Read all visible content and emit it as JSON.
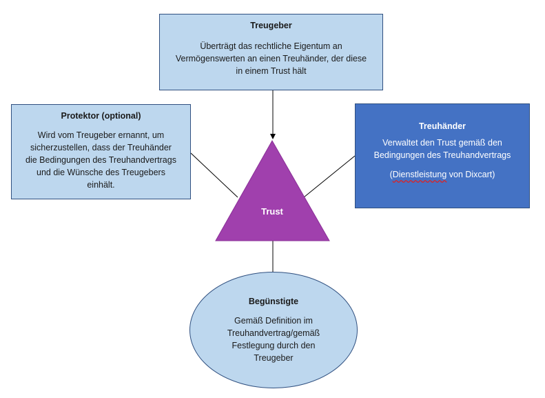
{
  "treugeber": {
    "title": "Treugeber",
    "lines": [
      "Überträgt das rechtliche Eigentum an",
      "Vermögenswerten an einen Treuhänder, der diese",
      "in einem Trust hält"
    ]
  },
  "protektor": {
    "title": "Protektor (optional)",
    "lines": [
      "Wird vom Treugeber ernannt, um",
      "sicherzustellen, dass der Treuhänder",
      "die Bedingungen des Treuhandvertrags",
      "und die Wünsche des Treugebers",
      "einhält."
    ]
  },
  "treuhaender": {
    "title": "Treuhänder",
    "lines": [
      "Verwaltet den Trust gemäß den",
      "Bedingungen des Treuhandvertrags"
    ],
    "note_open": "(",
    "note_word": "Dienstleistung",
    "note_rest": " von Dixcart)"
  },
  "trust": {
    "label": "Trust"
  },
  "beguenstigte": {
    "title": "Begünstigte",
    "lines": [
      "Gemäß Definition im",
      "Treuhandvertrag/gemäß",
      "Festlegung durch den",
      "Treugeber"
    ]
  },
  "colors": {
    "light_box": "#bdd7ee",
    "dark_box": "#4472c4",
    "triangle": "#a040ad",
    "border": "#2f4f7f"
  }
}
